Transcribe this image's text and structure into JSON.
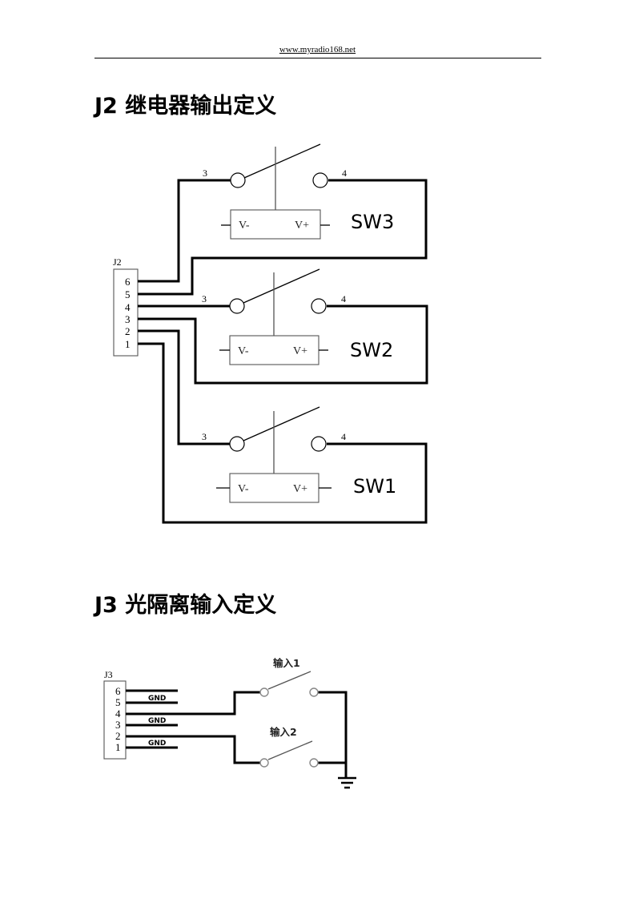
{
  "header": {
    "url": "www.myradio168.net"
  },
  "sections": {
    "j2": {
      "title": "J2 继电器输出定义",
      "connector_label": "J2",
      "pins": [
        "6",
        "5",
        "4",
        "3",
        "2",
        "1"
      ],
      "relays": [
        {
          "name": "SW3",
          "terminal_left": "3",
          "terminal_right": "4",
          "coil_minus": "V-",
          "coil_plus": "V+"
        },
        {
          "name": "SW2",
          "terminal_left": "3",
          "terminal_right": "4",
          "coil_minus": "V-",
          "coil_plus": "V+"
        },
        {
          "name": "SW1",
          "terminal_left": "3",
          "terminal_right": "4",
          "coil_minus": "V-",
          "coil_plus": "V+"
        }
      ]
    },
    "j3": {
      "title": "J3 光隔离输入定义",
      "connector_label": "J3",
      "pins": [
        "6",
        "5",
        "4",
        "3",
        "2",
        "1"
      ],
      "gnd_labels": [
        "GND",
        "GND",
        "GND"
      ],
      "inputs": [
        {
          "label": "输入1"
        },
        {
          "label": "输入2"
        }
      ]
    }
  }
}
